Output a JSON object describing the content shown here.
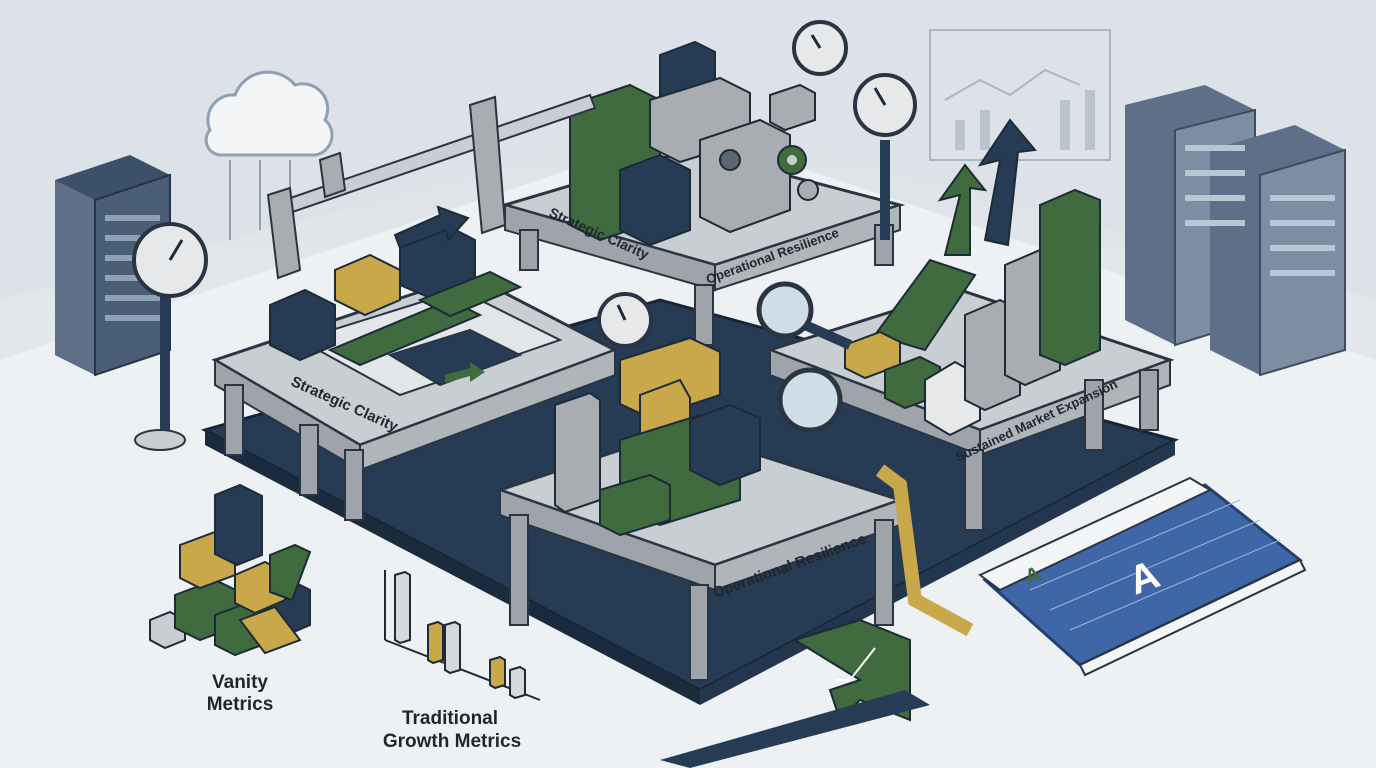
{
  "platforms": {
    "top_left_label": "Strategic Clarity",
    "top_right_label": "Operational Resilience",
    "left_label": "Strategic Clarity",
    "front_label": "Operational Resilience",
    "right_label": "Sustained Market Expansion"
  },
  "captions": {
    "vanity_line1": "Vanity",
    "vanity_line2": "Metrics",
    "traditional_line1": "Traditional",
    "traditional_line2": "Growth Metrics"
  },
  "blueprint": {
    "logo_letter": "A"
  },
  "colors": {
    "navy": "#263c55",
    "green": "#3f6b3f",
    "gold": "#c9a84a",
    "gray": "#a9adb1",
    "light_gray": "#d5d9dc",
    "blueprint": "#3f67a8",
    "background": "#e9edf1"
  }
}
